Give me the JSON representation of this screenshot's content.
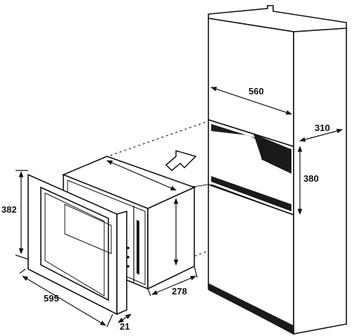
{
  "dimensions": {
    "cabinet_width": "560",
    "cabinet_depth": "310",
    "niche_height": "380",
    "frame_height": "382",
    "frame_width": "595",
    "frame_depth": "21",
    "oven_depth": "278"
  },
  "colors": {
    "line": "#111111",
    "fill": "#ffffff",
    "shadow": "#1a1a1a"
  }
}
